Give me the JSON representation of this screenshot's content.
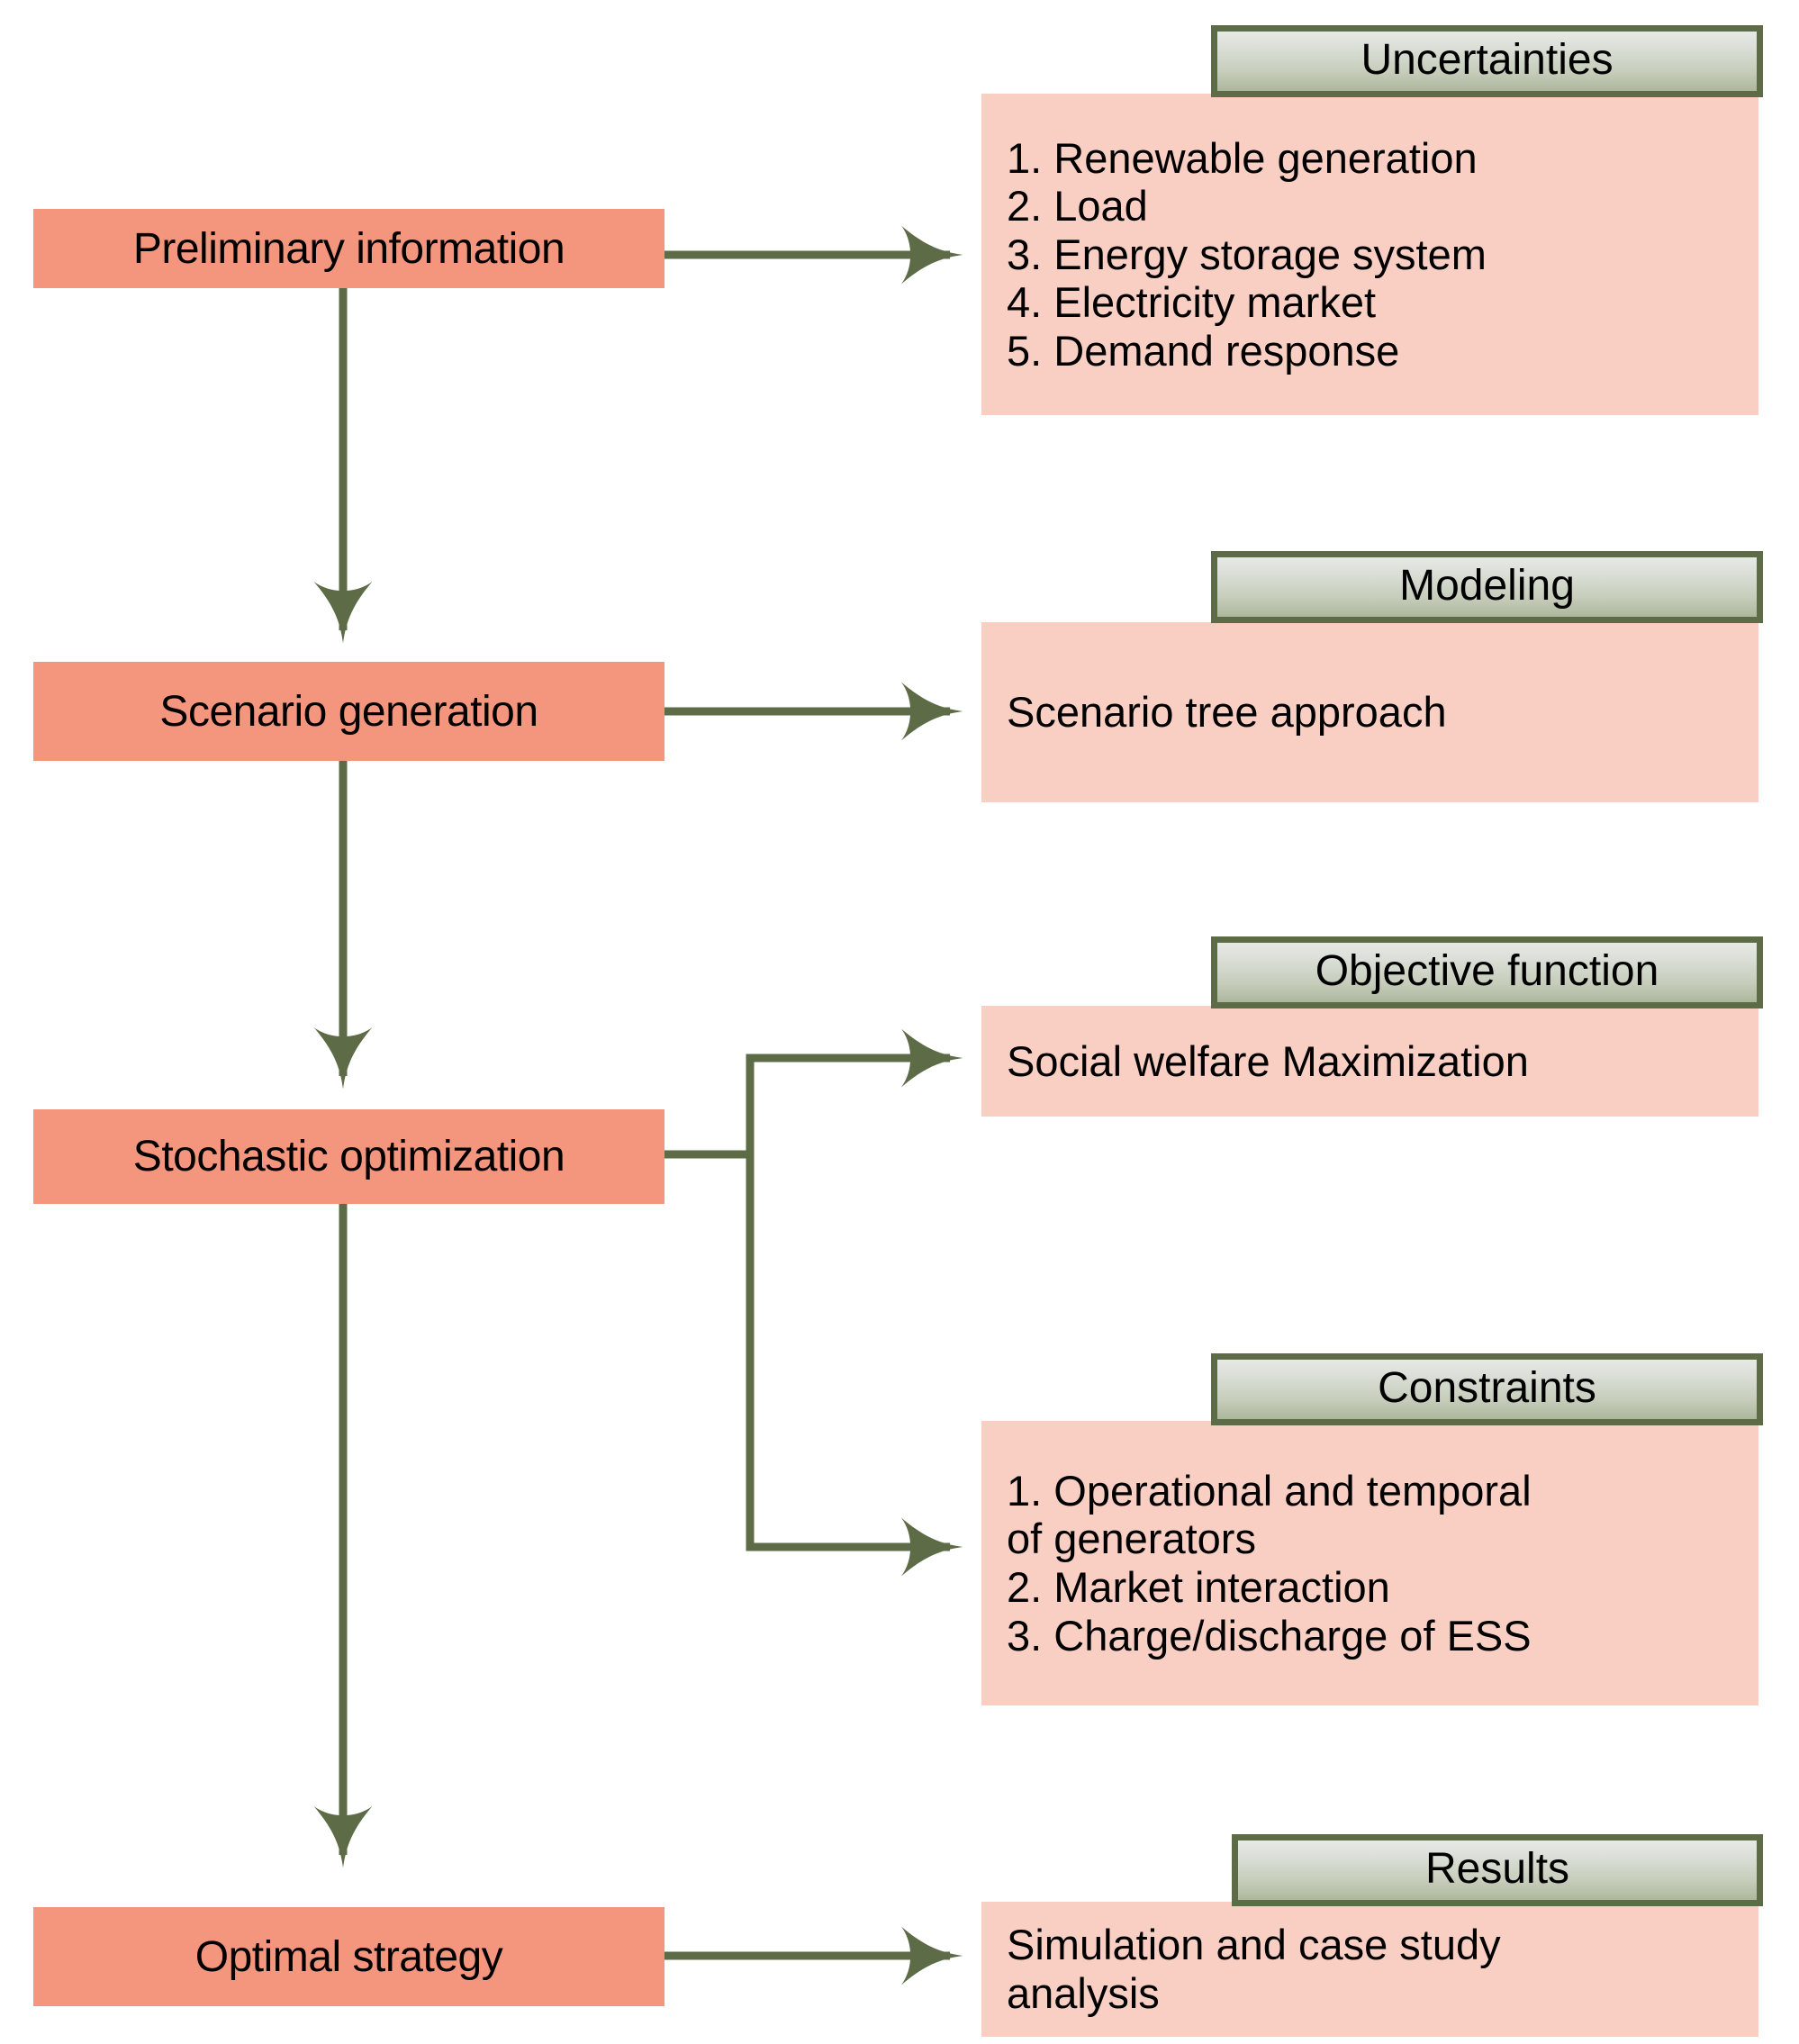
{
  "diagram": {
    "title": "Stochastic optimization flowchart",
    "colors": {
      "process_box": "#F3967D",
      "panel": "#F9CFC4",
      "header_border": "#5D6B47",
      "header_gradient_top": "#E6E9E5",
      "header_gradient_bottom": "#ADB79C",
      "connector": "#5D6B47"
    }
  },
  "flow": {
    "steps": [
      {
        "id": "preliminary-information",
        "label": "Preliminary information"
      },
      {
        "id": "scenario-generation",
        "label": "Scenario generation"
      },
      {
        "id": "stochastic-optimization",
        "label": "Stochastic optimization"
      },
      {
        "id": "optimal-strategy",
        "label": "Optimal strategy"
      }
    ]
  },
  "sections": [
    {
      "id": "uncertainties",
      "header": "Uncertainties",
      "items": [
        "1. Renewable generation",
        "2. Load",
        "3. Energy storage system",
        "4. Electricity market",
        "5. Demand response"
      ]
    },
    {
      "id": "modeling",
      "header": "Modeling",
      "items": [
        "Scenario tree approach"
      ]
    },
    {
      "id": "objective-function",
      "header": "Objective function",
      "items": [
        "Social welfare Maximization"
      ]
    },
    {
      "id": "constraints",
      "header": "Constraints",
      "items": [
        "1. Operational and temporal",
        "of generators",
        "2. Market interaction",
        "3. Charge/discharge of ESS"
      ]
    },
    {
      "id": "results",
      "header": "Results",
      "items": [
        "Simulation and case study",
        "analysis"
      ]
    }
  ]
}
